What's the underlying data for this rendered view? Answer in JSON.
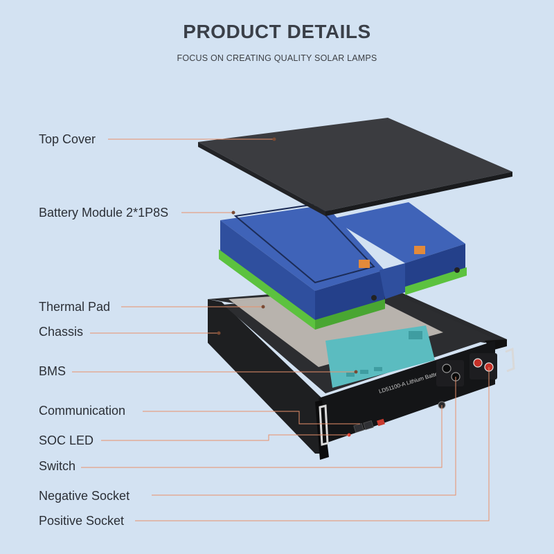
{
  "header": {
    "title": "PRODUCT DETAILS",
    "subtitle": "FOCUS ON CREATING QUALITY SOLAR LAMPS"
  },
  "labels": {
    "top_cover": "Top Cover",
    "battery_module": "Battery Module 2*1P8S",
    "thermal_pad": "Thermal Pad",
    "chassis": "Chassis",
    "bms": "BMS",
    "communication": "Communication",
    "soc_led": "SOC LED",
    "switch": "Switch",
    "negative_socket": "Negative Socket",
    "positive_socket": "Positive Socket"
  },
  "product": {
    "front_text": "LD51100-A Lithium Battery"
  },
  "colors": {
    "background": "#d3e2f2",
    "leader_line": "#e8906a",
    "cell_blue": "#3f63b8",
    "frame_green": "#5cc23f",
    "bms_teal": "#5bbcc0",
    "chassis": "#1b1c1e"
  }
}
